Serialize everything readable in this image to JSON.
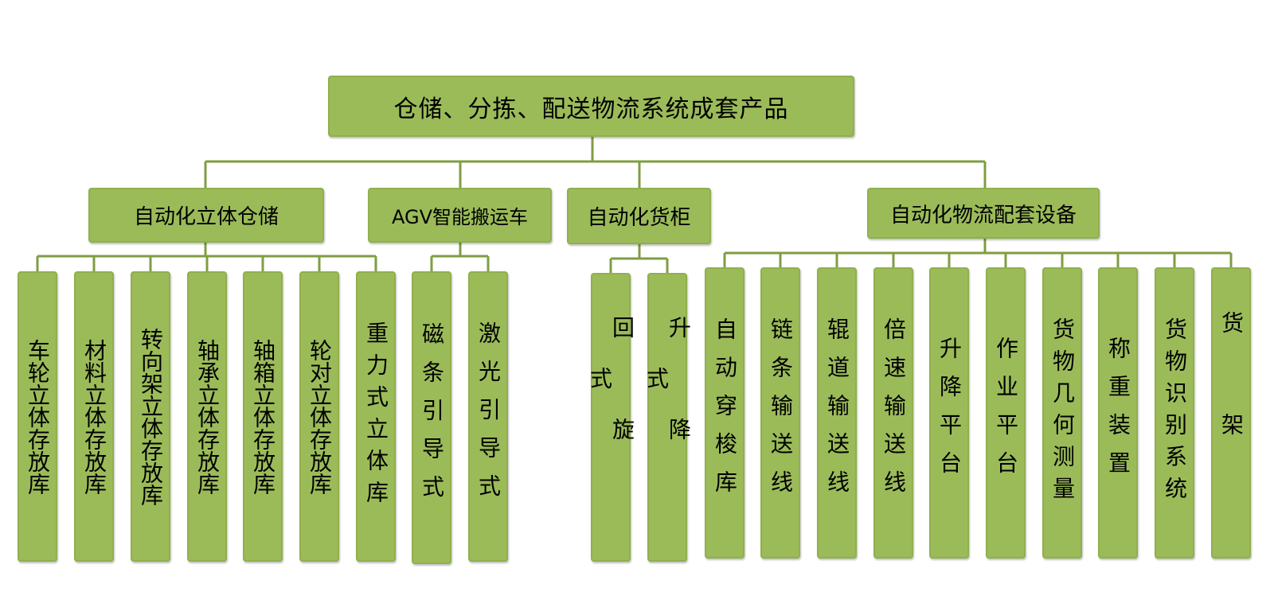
{
  "root": {
    "label": "仓储、分拣、配送物流系统成套产品"
  },
  "categories": [
    {
      "label": "自动化立体仓储",
      "items": [
        "车轮立体存放库",
        "材料立体存放库",
        "转向架立体存放库",
        "轴承立体存放库",
        "轴箱立体存放库",
        "轮对立体存放库",
        "重力式立体库"
      ]
    },
    {
      "label": "AGV智能搬运车",
      "items": [
        "磁条引导式",
        "激光引导式"
      ]
    },
    {
      "label": "自动化货柜",
      "items": [
        "回旋式",
        "升降式"
      ]
    },
    {
      "label": "自动化物流配套设备",
      "items": [
        "自动穿梭库",
        "链条输送线",
        "辊道输送线",
        "倍速输送线",
        "升降平台",
        "作业平台",
        "货物几何测量",
        "称重装置",
        "货物识别系统",
        "货架"
      ]
    }
  ],
  "colors": {
    "box_fill": "#9bbb59",
    "connector": "#7f9e42"
  }
}
